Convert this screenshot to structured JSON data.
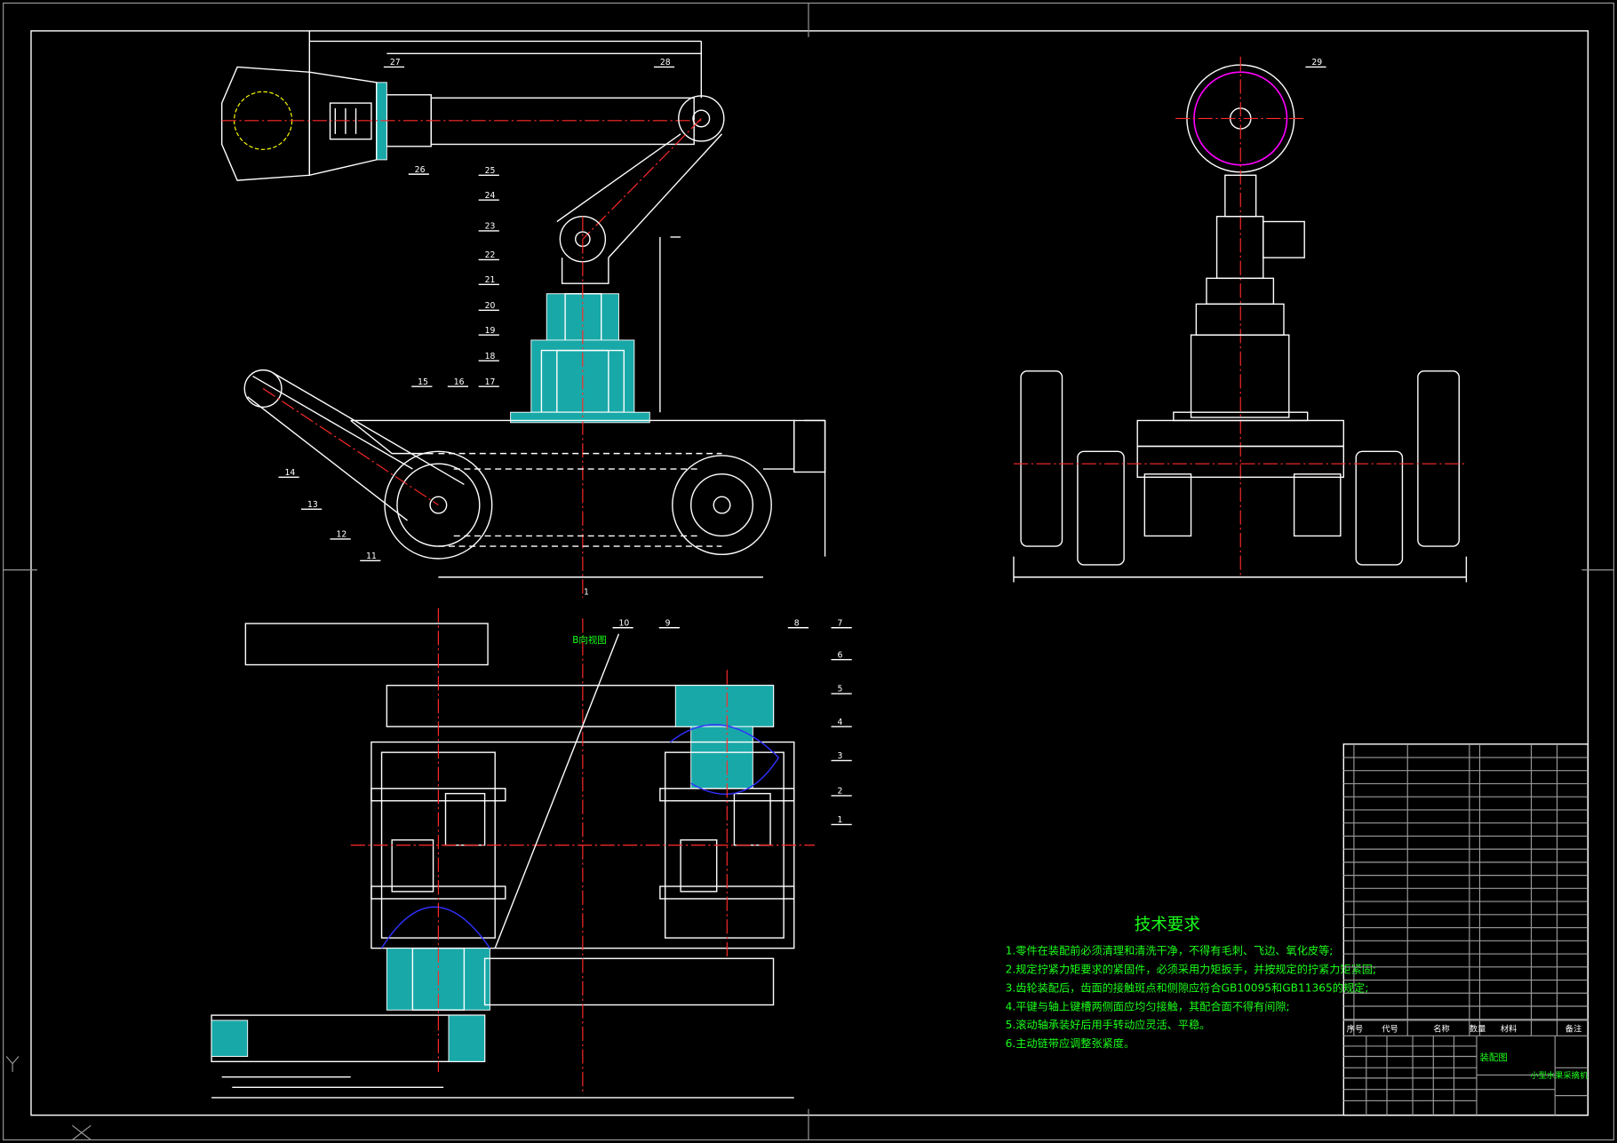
{
  "drawing": {
    "view_label": "B向视图",
    "section_mark": "1",
    "parts": [
      "1",
      "2",
      "3",
      "4",
      "5",
      "6",
      "7",
      "8",
      "9",
      "10",
      "11",
      "12",
      "13",
      "14",
      "15",
      "16",
      "17",
      "18",
      "19",
      "20",
      "21",
      "22",
      "23",
      "24",
      "25",
      "26",
      "27",
      "28",
      "29"
    ],
    "tech_requirements": {
      "title": "技术要求",
      "items": [
        "1.零件在装配前必须清理和清洗干净，不得有毛刺、飞边、氧化皮等;",
        "2.规定拧紧力矩要求的紧固件，必须采用力矩扳手，并按规定的拧紧力矩紧固;",
        "3.齿轮装配后，齿面的接触斑点和侧隙应符合GB10095和GB11365的规定;",
        "4.平键与轴上键槽两侧面应均匀接触，其配合面不得有间隙;",
        "5.滚动轴承装好后用手转动应灵活、平稳。",
        "6.主动链带应调整张紧度。"
      ]
    },
    "title_block": {
      "headers": [
        "序号",
        "代号",
        "名称",
        "数量",
        "材料",
        "备注"
      ],
      "drawing_type": "装配图",
      "product_name": "小型水果采摘机"
    },
    "colors": {
      "background": "#000000",
      "lines": "#ffffff",
      "center": "#ff2a2a",
      "section": "#19a8a8",
      "text": "#1aff1a"
    }
  }
}
